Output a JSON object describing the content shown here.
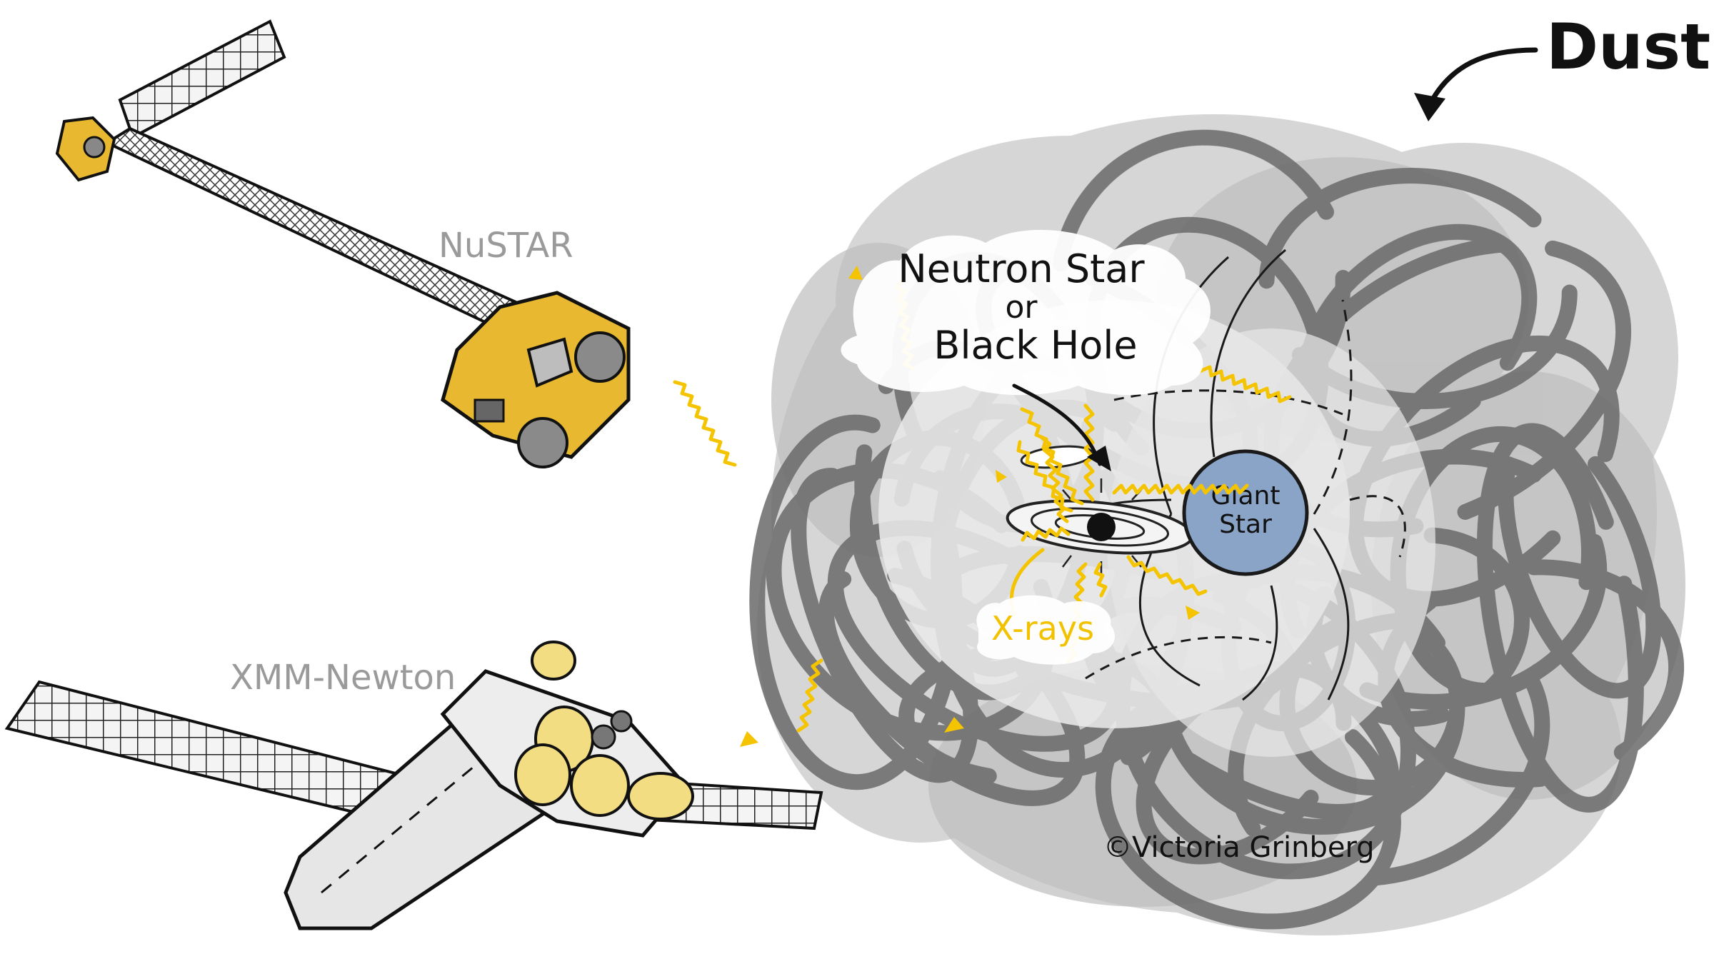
{
  "labels": {
    "dust": "Dust",
    "nustar": "NuSTAR",
    "xmm": "XMM-Newton",
    "compact_line1": "Neutron Star",
    "compact_line2": "or",
    "compact_line3": "Black Hole",
    "giant_line1": "Giant",
    "giant_line2": "Star",
    "xrays": "X-rays",
    "credit": "©Victoria Grinberg"
  },
  "colors": {
    "xray_yellow": "#f5c400",
    "satellite_gold": "#e8b830",
    "mirror_yellow": "#f3dd82",
    "giant_star_blue": "#8aa4c8",
    "dust_dark": "#6e6e6e",
    "dust_light": "#cfcfcf",
    "outline": "#1a1a1a",
    "label_gray": "#9a9a9a"
  },
  "icons": {
    "nustar": "nustar-satellite-icon",
    "xmm": "xmm-newton-satellite-icon",
    "black_hole": "black-hole-icon",
    "giant_star": "giant-star-icon"
  }
}
